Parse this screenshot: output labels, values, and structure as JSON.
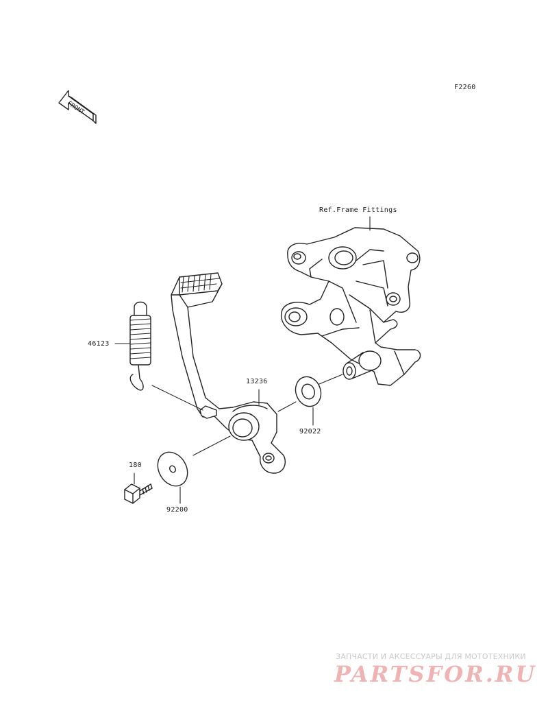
{
  "diagram_code": "F2260",
  "front_label": "FRONT",
  "ref_label": "Ref.Frame Fittings",
  "parts": {
    "spring": "46123",
    "pedal": "13236",
    "washer_small": "92022",
    "bolt": "180",
    "washer_large": "92200"
  },
  "watermark": {
    "subtitle": "ЗАПЧАСТИ И АКСЕССУАРЫ ДЛЯ МОТОТЕХНИКИ",
    "logo": "PARTSFOR.RU"
  },
  "colors": {
    "line": "#222222",
    "watermark_logo": "#f0b3b3",
    "watermark_text": "#c9c9c9"
  }
}
